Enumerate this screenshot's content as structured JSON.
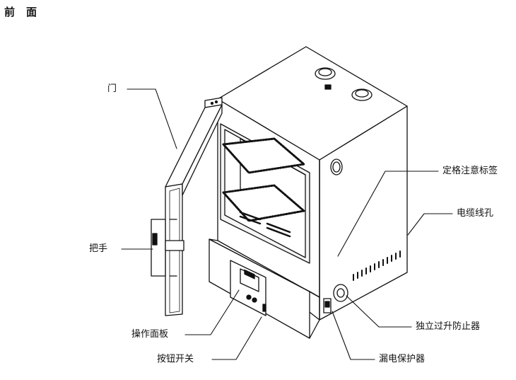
{
  "page": {
    "title": "前面"
  },
  "callouts": {
    "door": "门",
    "handle": "把手",
    "control_panel": "操作面板",
    "button_switch": "按钮开关",
    "rating_label": "定格注意标签",
    "cable_hole": "电缆线孔",
    "overtemp_protector": "独立过升防止器",
    "leakage_breaker": "漏电保护器"
  }
}
